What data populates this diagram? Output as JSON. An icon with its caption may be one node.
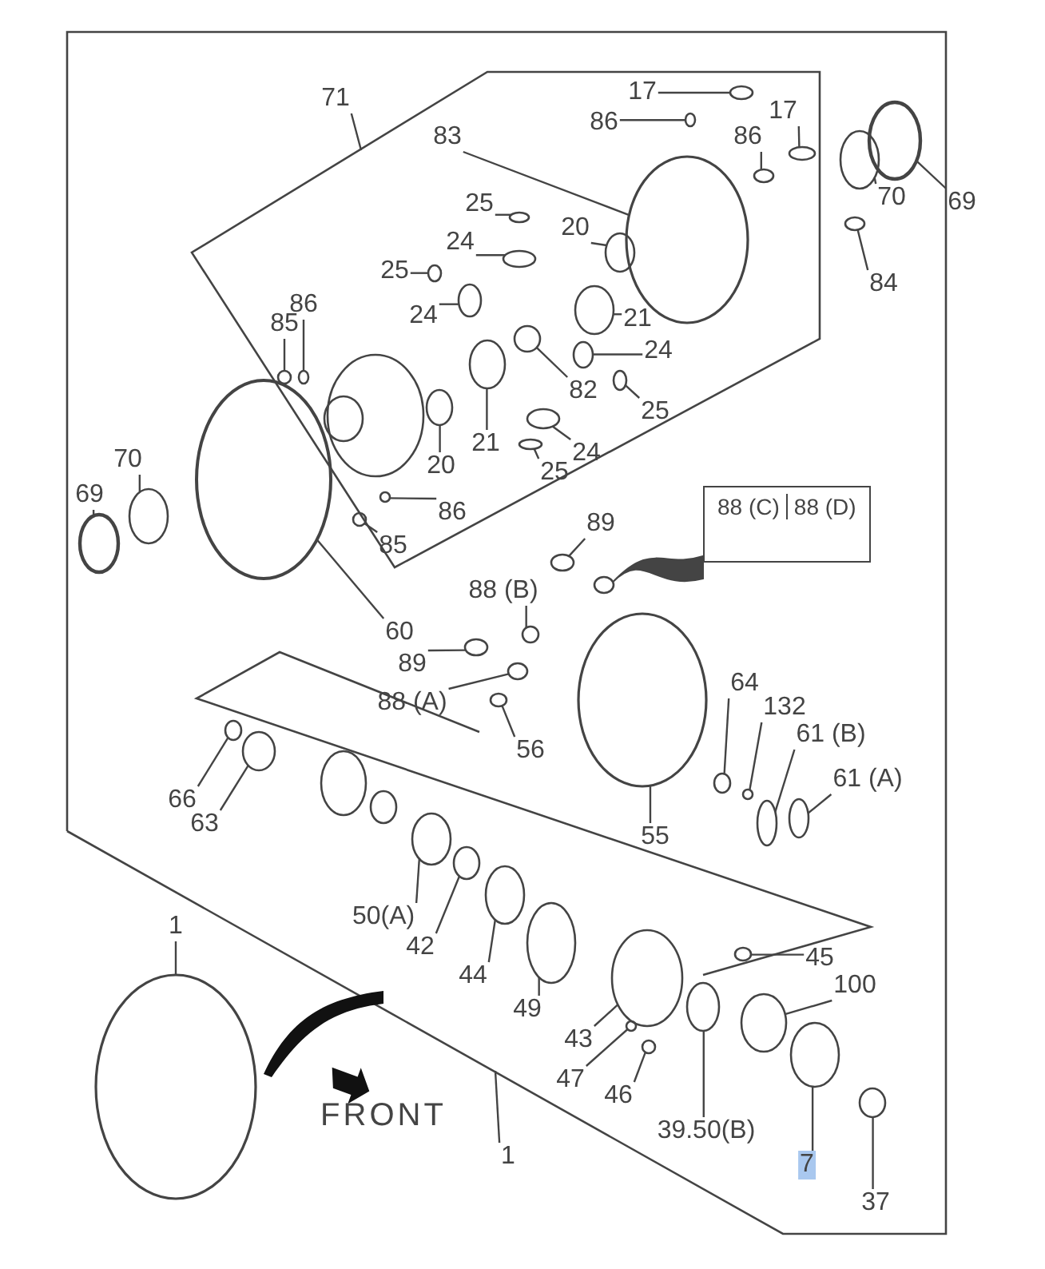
{
  "diagram": {
    "nodes": [
      {
        "text": [
          "71"
        ]
      },
      {
        "text": [
          "17"
        ]
      },
      {
        "text": [
          "86"
        ]
      },
      {
        "text": [
          "17"
        ]
      },
      {
        "text": [
          "86"
        ]
      },
      {
        "text": [
          "83"
        ]
      },
      {
        "text": [
          "69"
        ]
      },
      {
        "text": [
          "70"
        ]
      },
      {
        "text": [
          "84"
        ]
      },
      {
        "text": [
          "25"
        ]
      },
      {
        "text": [
          "20"
        ]
      },
      {
        "text": [
          "24"
        ]
      },
      {
        "text": [
          "25"
        ]
      },
      {
        "text": [
          "24"
        ]
      },
      {
        "text": [
          "21"
        ]
      },
      {
        "text": [
          "85"
        ]
      },
      {
        "text": [
          "86"
        ]
      },
      {
        "text": [
          "24"
        ]
      },
      {
        "text": [
          "82"
        ]
      },
      {
        "text": [
          "25"
        ]
      },
      {
        "text": [
          "21"
        ]
      },
      {
        "text": [
          "20"
        ]
      },
      {
        "text": [
          "24"
        ]
      },
      {
        "text": [
          "25"
        ]
      },
      {
        "text": [
          "69"
        ]
      },
      {
        "text": [
          "70"
        ]
      },
      {
        "text": [
          "86"
        ]
      },
      {
        "text": [
          "85"
        ]
      },
      {
        "text": [
          "89"
        ]
      },
      {
        "text": [
          "88 (C)",
          "88 (D)"
        ]
      },
      {
        "text": [
          "88 (B)"
        ]
      },
      {
        "text": [
          "60"
        ]
      },
      {
        "text": [
          "89"
        ]
      },
      {
        "text": [
          "88 (A)"
        ]
      },
      {
        "text": [
          "56"
        ]
      },
      {
        "text": [
          "64"
        ]
      },
      {
        "text": [
          "132"
        ]
      },
      {
        "text": [
          "61 (B)"
        ]
      },
      {
        "text": [
          "61 (A)"
        ]
      },
      {
        "text": [
          "55"
        ]
      },
      {
        "text": [
          "66"
        ]
      },
      {
        "text": [
          "63"
        ]
      },
      {
        "text": [
          "50(A)"
        ]
      },
      {
        "text": [
          "42"
        ]
      },
      {
        "text": [
          "44"
        ]
      },
      {
        "text": [
          "49"
        ]
      },
      {
        "text": [
          "45"
        ]
      },
      {
        "text": [
          "100"
        ]
      },
      {
        "text": [
          "43"
        ]
      },
      {
        "text": [
          "47"
        ]
      },
      {
        "text": [
          "46"
        ]
      },
      {
        "text": [
          "39.50(B)"
        ]
      },
      {
        "text": [
          "7"
        ]
      },
      {
        "text": [
          "37"
        ]
      },
      {
        "text": [
          "1"
        ]
      },
      {
        "text": [
          "1"
        ]
      },
      {
        "text": [],
        "shape": "circle"
      },
      {
        "text": [],
        "shape": "circle"
      },
      {
        "text": [],
        "shape": "circle"
      },
      {
        "text": [],
        "shape": "circle"
      },
      {
        "text": [],
        "shape": "circle"
      },
      {
        "text": [],
        "shape": "circle"
      },
      {
        "text": [],
        "shape": "circle"
      },
      {
        "text": [],
        "shape": "circle"
      },
      {
        "text": [],
        "shape": "circle"
      },
      {
        "text": [],
        "shape": "circle"
      },
      {
        "text": [],
        "shape": "circle"
      },
      {
        "text": [],
        "shape": "circle"
      },
      {
        "text": [],
        "shape": "circle"
      },
      {
        "text": [],
        "shape": "circle"
      },
      {
        "text": [],
        "shape": "circle"
      },
      {
        "text": [],
        "shape": "circle"
      },
      {
        "text": [],
        "shape": "circle"
      },
      {
        "text": [],
        "shape": "circle"
      },
      {
        "text": [],
        "shape": "circle"
      },
      {
        "text": [],
        "shape": "circle"
      },
      {
        "text": [],
        "shape": "circle"
      },
      {
        "text": [],
        "shape": "circle"
      },
      {
        "text": [],
        "shape": "circle"
      },
      {
        "text": [],
        "shape": "circle"
      },
      {
        "text": [],
        "shape": "circle"
      },
      {
        "text": [],
        "shape": "circle"
      },
      {
        "text": [],
        "shape": "circle"
      },
      {
        "text": [],
        "shape": "circle"
      },
      {
        "text": [],
        "shape": "circle"
      },
      {
        "text": [],
        "shape": "circle"
      },
      {
        "text": [],
        "shape": "circle"
      },
      {
        "text": [],
        "shape": "circle"
      },
      {
        "text": [],
        "shape": "circle"
      },
      {
        "text": [],
        "shape": "circle"
      },
      {
        "text": [],
        "shape": "circle"
      },
      {
        "text": [],
        "shape": "circle"
      },
      {
        "text": [],
        "shape": "circle"
      },
      {
        "text": [],
        "shape": "circle"
      },
      {
        "text": [],
        "shape": "circle"
      },
      {
        "text": [],
        "shape": "circle"
      },
      {
        "text": [],
        "shape": "circle"
      },
      {
        "text": [],
        "shape": "circle"
      },
      {
        "text": [],
        "shape": "circle"
      },
      {
        "text": [],
        "shape": "circle"
      },
      {
        "text": [],
        "shape": "circle"
      },
      {
        "text": [],
        "shape": "circle"
      },
      {
        "text": [],
        "shape": "circle"
      },
      {
        "text": [],
        "shape": "circle"
      },
      {
        "text": [],
        "shape": "circle"
      },
      {
        "text": [],
        "shape": "circle"
      },
      {
        "text": [],
        "shape": "circle"
      },
      {
        "text": [],
        "shape": "circle"
      },
      {
        "text": [],
        "shape": "circle"
      },
      {
        "text": [],
        "shape": "circle"
      }
    ],
    "edges": [
      {
        "from": 0,
        "to": null,
        "arrow": "none"
      },
      {
        "from": 1,
        "to": 56,
        "arrow": "none"
      },
      {
        "from": 2,
        "to": 57,
        "arrow": "none"
      },
      {
        "from": 3,
        "to": 58,
        "arrow": "none"
      },
      {
        "from": 4,
        "to": 59,
        "arrow": "none"
      },
      {
        "from": 5,
        "to": 60,
        "arrow": "none"
      },
      {
        "from": 6,
        "to": 61,
        "arrow": "none"
      },
      {
        "from": 7,
        "to": 62,
        "arrow": "none"
      },
      {
        "from": 8,
        "to": 63,
        "arrow": "none"
      },
      {
        "from": 9,
        "to": 64,
        "arrow": "none"
      },
      {
        "from": 10,
        "to": 65,
        "arrow": "none"
      },
      {
        "from": 11,
        "to": 66,
        "arrow": "none"
      },
      {
        "from": 12,
        "to": 67,
        "arrow": "none"
      },
      {
        "from": 13,
        "to": 68,
        "arrow": "none"
      },
      {
        "from": 14,
        "to": 69,
        "arrow": "none"
      },
      {
        "from": 15,
        "to": 70,
        "arrow": "none"
      },
      {
        "from": 16,
        "to": 71,
        "arrow": "none"
      },
      {
        "from": 17,
        "to": 72,
        "arrow": "none"
      },
      {
        "from": 18,
        "to": 73,
        "arrow": "none"
      },
      {
        "from": 19,
        "to": 74,
        "arrow": "none"
      },
      {
        "from": 20,
        "to": 75,
        "arrow": "none"
      },
      {
        "from": 21,
        "to": 76,
        "arrow": "none"
      },
      {
        "from": 22,
        "to": 77,
        "arrow": "none"
      },
      {
        "from": 23,
        "to": 78,
        "arrow": "none"
      },
      {
        "from": 24,
        "to": 79,
        "arrow": "none"
      },
      {
        "from": 25,
        "to": 80,
        "arrow": "none"
      },
      {
        "from": 26,
        "to": 81,
        "arrow": "none"
      },
      {
        "from": 27,
        "to": 82,
        "arrow": "none"
      },
      {
        "from": 28,
        "to": 83,
        "arrow": "none"
      },
      {
        "from": 29,
        "to": 84,
        "arrow": "none",
        "style": "thick"
      },
      {
        "from": 30,
        "to": 85,
        "arrow": "none"
      },
      {
        "from": 31,
        "to": 86,
        "arrow": "none"
      },
      {
        "from": 32,
        "to": 87,
        "arrow": "none"
      },
      {
        "from": 33,
        "to": 88,
        "arrow": "none"
      },
      {
        "from": 34,
        "to": 89,
        "arrow": "none"
      },
      {
        "from": 35,
        "to": 90,
        "arrow": "none"
      },
      {
        "from": 36,
        "to": 91,
        "arrow": "none"
      },
      {
        "from": 37,
        "to": 92,
        "arrow": "none"
      },
      {
        "from": 38,
        "to": 93,
        "arrow": "none"
      },
      {
        "from": 39,
        "to": 94,
        "arrow": "none"
      },
      {
        "from": 40,
        "to": 95,
        "arrow": "none"
      },
      {
        "from": 41,
        "to": 96,
        "arrow": "none"
      },
      {
        "from": 42,
        "to": 97,
        "arrow": "none"
      },
      {
        "from": 43,
        "to": 98,
        "arrow": "none"
      },
      {
        "from": 44,
        "to": 99,
        "arrow": "none"
      },
      {
        "from": 45,
        "to": 100,
        "arrow": "none"
      },
      {
        "from": 46,
        "to": 101,
        "arrow": "none"
      },
      {
        "from": 47,
        "to": 102,
        "arrow": "none"
      },
      {
        "from": 48,
        "to": 103,
        "arrow": "none"
      },
      {
        "from": 49,
        "to": 104,
        "arrow": "none"
      },
      {
        "from": 50,
        "to": 105,
        "arrow": "none"
      },
      {
        "from": 51,
        "to": 106,
        "arrow": "none"
      },
      {
        "from": 52,
        "to": 107,
        "arrow": "none"
      },
      {
        "from": 53,
        "to": 108,
        "arrow": "none"
      },
      {
        "from": 54,
        "to": 109,
        "arrow": "none"
      },
      {
        "from": 55,
        "to": null,
        "arrow": "none"
      }
    ],
    "labels": [
      "FRONT"
    ]
  }
}
